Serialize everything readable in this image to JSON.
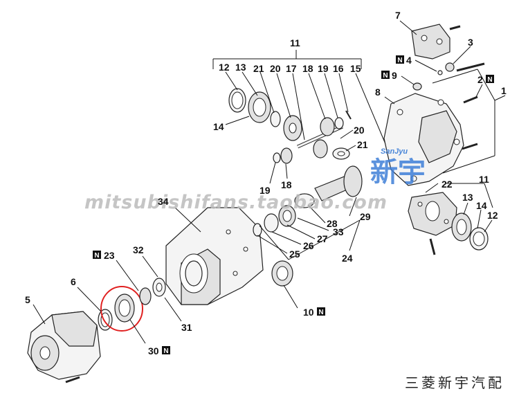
{
  "watermark": "mitsubishifans.taobao.com",
  "logo": {
    "small": "SanJyu",
    "large": "新宇"
  },
  "shop_stamp": "三菱新宇汽配",
  "labels": {
    "l11a": "11",
    "l12a": "12",
    "l13a": "13",
    "l21a": "21",
    "l20a": "20",
    "l17": "17",
    "l18a": "18",
    "l19a": "19",
    "l16": "16",
    "l15": "15",
    "l14a": "14",
    "l20b": "20",
    "l21b": "21",
    "l19b": "19",
    "l18b": "18",
    "l7": "7",
    "l4": "4",
    "l3": "3",
    "l9": "9",
    "l8": "8",
    "l2": "2",
    "l1": "1",
    "l22": "22",
    "l11b": "11",
    "l13b": "13",
    "l14b": "14",
    "l12b": "12",
    "l34": "34",
    "l28": "28",
    "l29": "29",
    "l33": "33",
    "l27": "27",
    "l26": "26",
    "l25": "25",
    "l24": "24",
    "l32": "32",
    "l23": "23",
    "l6": "6",
    "l5": "5",
    "l31": "31",
    "l30": "30",
    "l10": "10"
  },
  "n_badge": "N"
}
